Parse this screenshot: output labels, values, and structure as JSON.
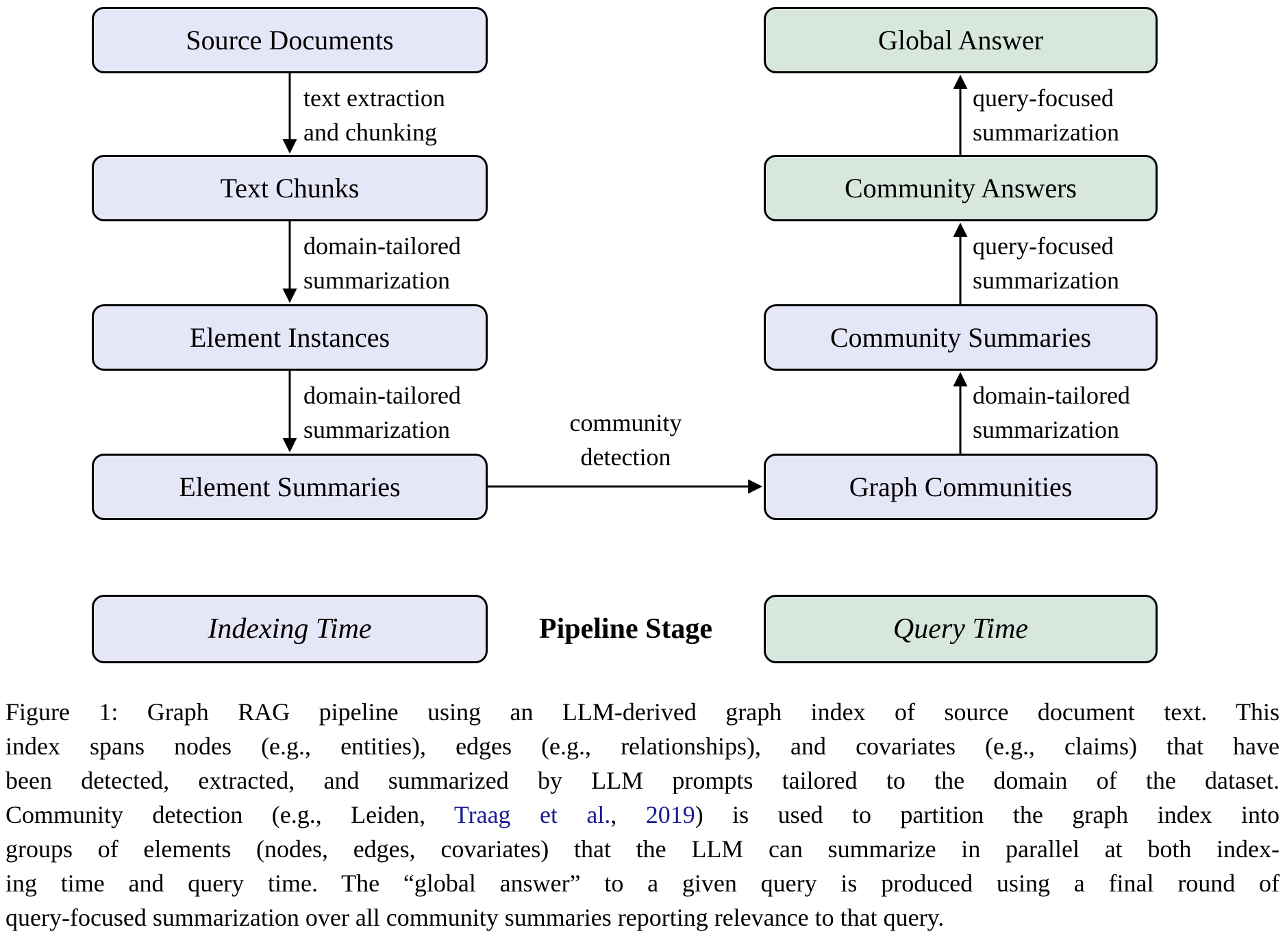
{
  "figure": {
    "boxes": {
      "source_documents": "Source Documents",
      "text_chunks": "Text Chunks",
      "element_instances": "Element Instances",
      "element_summaries": "Element Summaries",
      "graph_communities": "Graph Communities",
      "community_summaries": "Community Summaries",
      "community_answers": "Community Answers",
      "global_answer": "Global Answer"
    },
    "edge_labels": {
      "text_extraction": [
        "text extraction",
        "and chunking"
      ],
      "domain_summarization_1": [
        "domain-tailored",
        "summarization"
      ],
      "domain_summarization_2": [
        "domain-tailored",
        "summarization"
      ],
      "community_detection": [
        "community",
        "detection"
      ],
      "domain_summarization_3": [
        "domain-tailored",
        "summarization"
      ],
      "query_summarization_1": [
        "query-focused",
        "summarization"
      ],
      "query_summarization_2": [
        "query-focused",
        "summarization"
      ]
    },
    "legend": {
      "indexing_time": "Indexing Time",
      "pipeline_stage": "Pipeline Stage",
      "query_time": "Query Time"
    }
  },
  "caption": {
    "lines": [
      [
        {
          "t": "Figure 1: Graph RAG pipeline using an LLM-derived graph index of source document text. This"
        }
      ],
      [
        {
          "t": "index spans nodes (e.g., entities), edges (e.g., relationships), and covariates (e.g., claims) that have"
        }
      ],
      [
        {
          "t": "been detected, extracted, and summarized by LLM prompts tailored to the domain of the dataset."
        }
      ],
      [
        {
          "t": "Community detection (e.g., Leiden, "
        },
        {
          "t": "Traag et al.",
          "link": true
        },
        {
          "t": ", "
        },
        {
          "t": "2019",
          "link": true
        },
        {
          "t": ") is used to partition the graph index into"
        }
      ],
      [
        {
          "t": "groups of elements (nodes, edges, covariates) that the LLM can summarize in parallel at both index-"
        }
      ],
      [
        {
          "t": "ing time and query time. The “global answer” to a given query is produced using a final round of"
        }
      ],
      [
        {
          "t": "query-focused summarization over all community summaries reporting relevance to that query."
        }
      ]
    ]
  },
  "colors": {
    "indexing_fill": "#e6e6f9",
    "query_fill": "#d7e7de",
    "box_border": "#000000",
    "arrow": "#000000",
    "citation_link": "#1b1b94",
    "text": "#000000"
  }
}
